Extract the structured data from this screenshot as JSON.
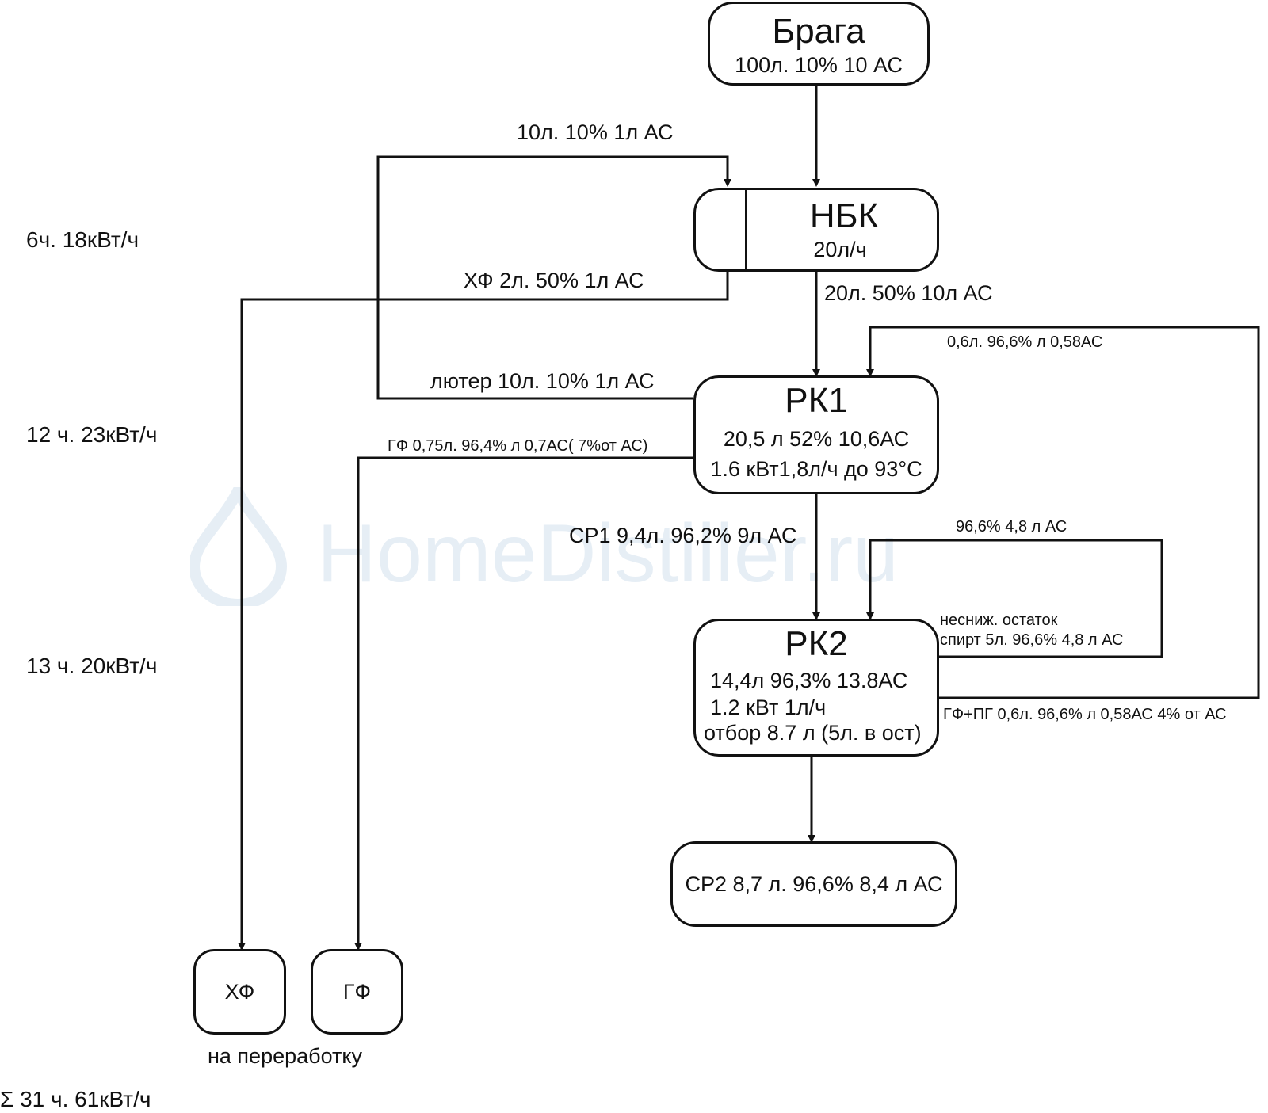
{
  "watermark": "HomeDistiller.ru",
  "nodes": {
    "braga": {
      "title": "Брага",
      "sub": "100л. 10% 10 АС"
    },
    "nbk": {
      "title": "НБК",
      "sub": "20л/ч"
    },
    "rk1": {
      "title": "РК1",
      "line1": "20,5 л 52% 10,6АС",
      "line2": "1.6 кВт1,8л/ч до 93°С"
    },
    "rk2": {
      "title": "РК2",
      "line1": "14,4л 96,3% 13.8АС",
      "line2": "1.2 кВт 1л/ч",
      "line3": "отбор 8.7 л (5л. в ост)"
    },
    "sr2": {
      "label": "СР2 8,7 л. 96,6% 8,4 л АС"
    },
    "hf": {
      "label": "ХФ"
    },
    "gf": {
      "label": "ГФ"
    }
  },
  "edges": {
    "recycle_to_nbk": "10л. 10% 1л АС",
    "hf_from_nbk": "ХФ 2л. 50% 1л АС",
    "nbk_to_rk1": "20л. 50% 10л АС",
    "rk2_to_rk1": "0,6л. 96,6% л  0,58АС",
    "luter": "лютер 10л. 10% 1л АС",
    "gf_from_rk1": "ГФ 0,75л. 96,4% л  0,7АС( 7%от АС)",
    "rk1_to_rk2": "СР1 9,4л. 96,2% 9л АС",
    "rk2_loop": "96,6% 4,8 л АС",
    "residue_1": "несниж. остаток",
    "residue_2": "спирт 5л. 96,6% 4,8 л АС",
    "gf_pg": "ГФ+ПГ 0,6л. 96,6% л  0,58АС 4% от АС"
  },
  "side": {
    "stage1": "6ч. 18кВт/ч",
    "stage2": "12 ч. 23кВт/ч",
    "stage3": "13 ч. 20кВт/ч",
    "total": "Σ  31 ч. 61кВт/ч"
  },
  "footer": "на переработку"
}
